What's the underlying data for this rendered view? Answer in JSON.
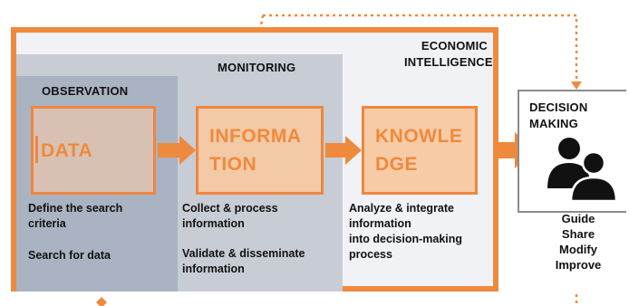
{
  "header": {
    "economic_line1": "ECONOMIC",
    "economic_line2": "INTELLIGENCE",
    "monitoring": "MONITORING",
    "observation": "OBSERVATION"
  },
  "boxes": {
    "data": {
      "line1": "DATA"
    },
    "information": {
      "line1": "INFORMA",
      "line2": "TION"
    },
    "knowledge": {
      "line1": "KNOWLE",
      "line2": "DGE"
    }
  },
  "descriptions": {
    "data": {
      "line1": "Define the search",
      "line2": "criteria",
      "line3": "Search for data"
    },
    "information": {
      "line1": "Collect & process",
      "line2": "information",
      "line3": "Validate & disseminate",
      "line4": "information"
    },
    "knowledge": {
      "line1": "Analyze & integrate",
      "line2": "information",
      "line3": "into decision-making",
      "line4": "process"
    }
  },
  "decision": {
    "title_line1": "DECISION",
    "title_line2": "MAKING",
    "actions": [
      "Guide",
      "Share",
      "Modify",
      "Improve"
    ]
  },
  "colors": {
    "accent_orange": "#ee8a3d",
    "observation_fill": "#a9b3c1",
    "monitoring_fill": "#c8ccd4",
    "economic_fill": "#f1f2f5"
  },
  "icons": {
    "people": "people-icon"
  }
}
